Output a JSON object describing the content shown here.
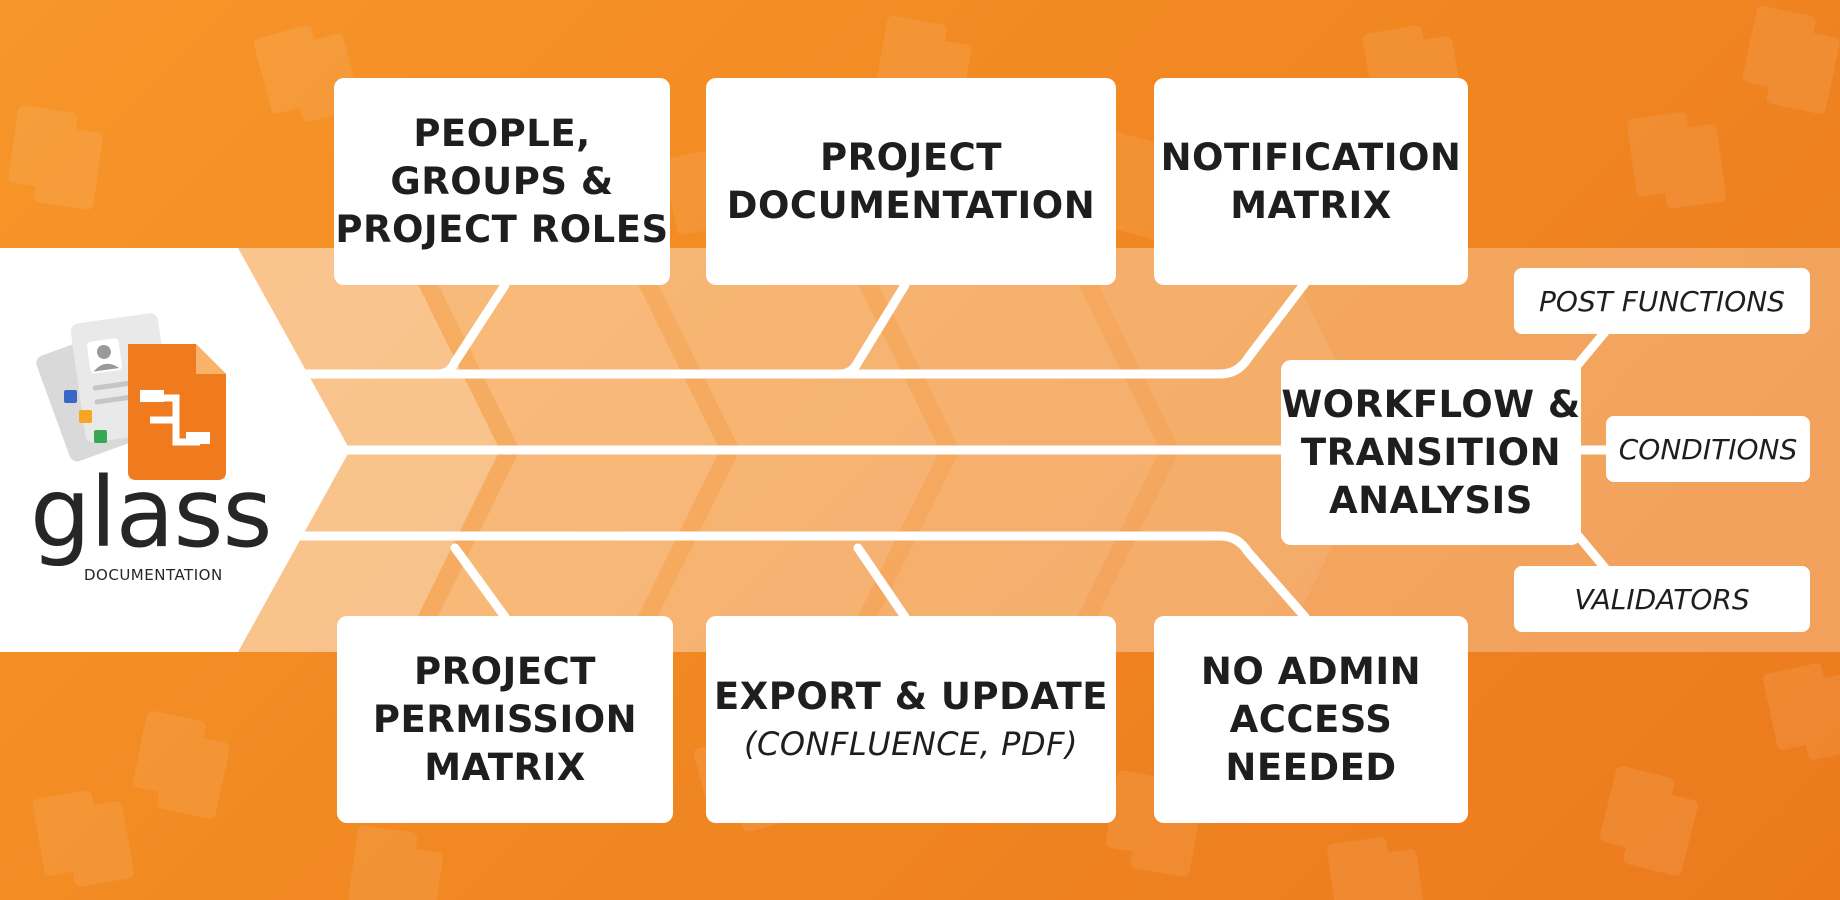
{
  "brand": {
    "wordmark": "glass",
    "tagline": "DOCUMENTATION",
    "colors": {
      "background": "#f28a22",
      "card": "#ffffff",
      "text": "#1e1e1e",
      "doc_orange": "#f07a1e",
      "doc_gray": "#d8d8d8",
      "dot_blue": "#3a66c4",
      "dot_orange": "#f5a623",
      "dot_green": "#34a853"
    }
  },
  "top_features": [
    {
      "lines": [
        "PEOPLE,",
        "GROUPS &",
        "PROJECT ROLES"
      ]
    },
    {
      "lines": [
        "PROJECT",
        "DOCUMENTATION"
      ]
    },
    {
      "lines": [
        "NOTIFICATION",
        "MATRIX"
      ]
    }
  ],
  "bottom_features": [
    {
      "lines": [
        "PROJECT",
        "PERMISSION",
        "MATRIX"
      ]
    },
    {
      "lines": [
        "EXPORT & UPDATE"
      ],
      "sub": "(CONFLUENCE, PDF)"
    },
    {
      "lines": [
        "NO ADMIN",
        "ACCESS",
        "NEEDED"
      ]
    }
  ],
  "workflow": {
    "lines": [
      "WORKFLOW &",
      "TRANSITION",
      "ANALYSIS"
    ],
    "branches": [
      "POST FUNCTIONS",
      "CONDITIONS",
      "VALIDATORS"
    ]
  },
  "background_icon": "document-stack-icon"
}
